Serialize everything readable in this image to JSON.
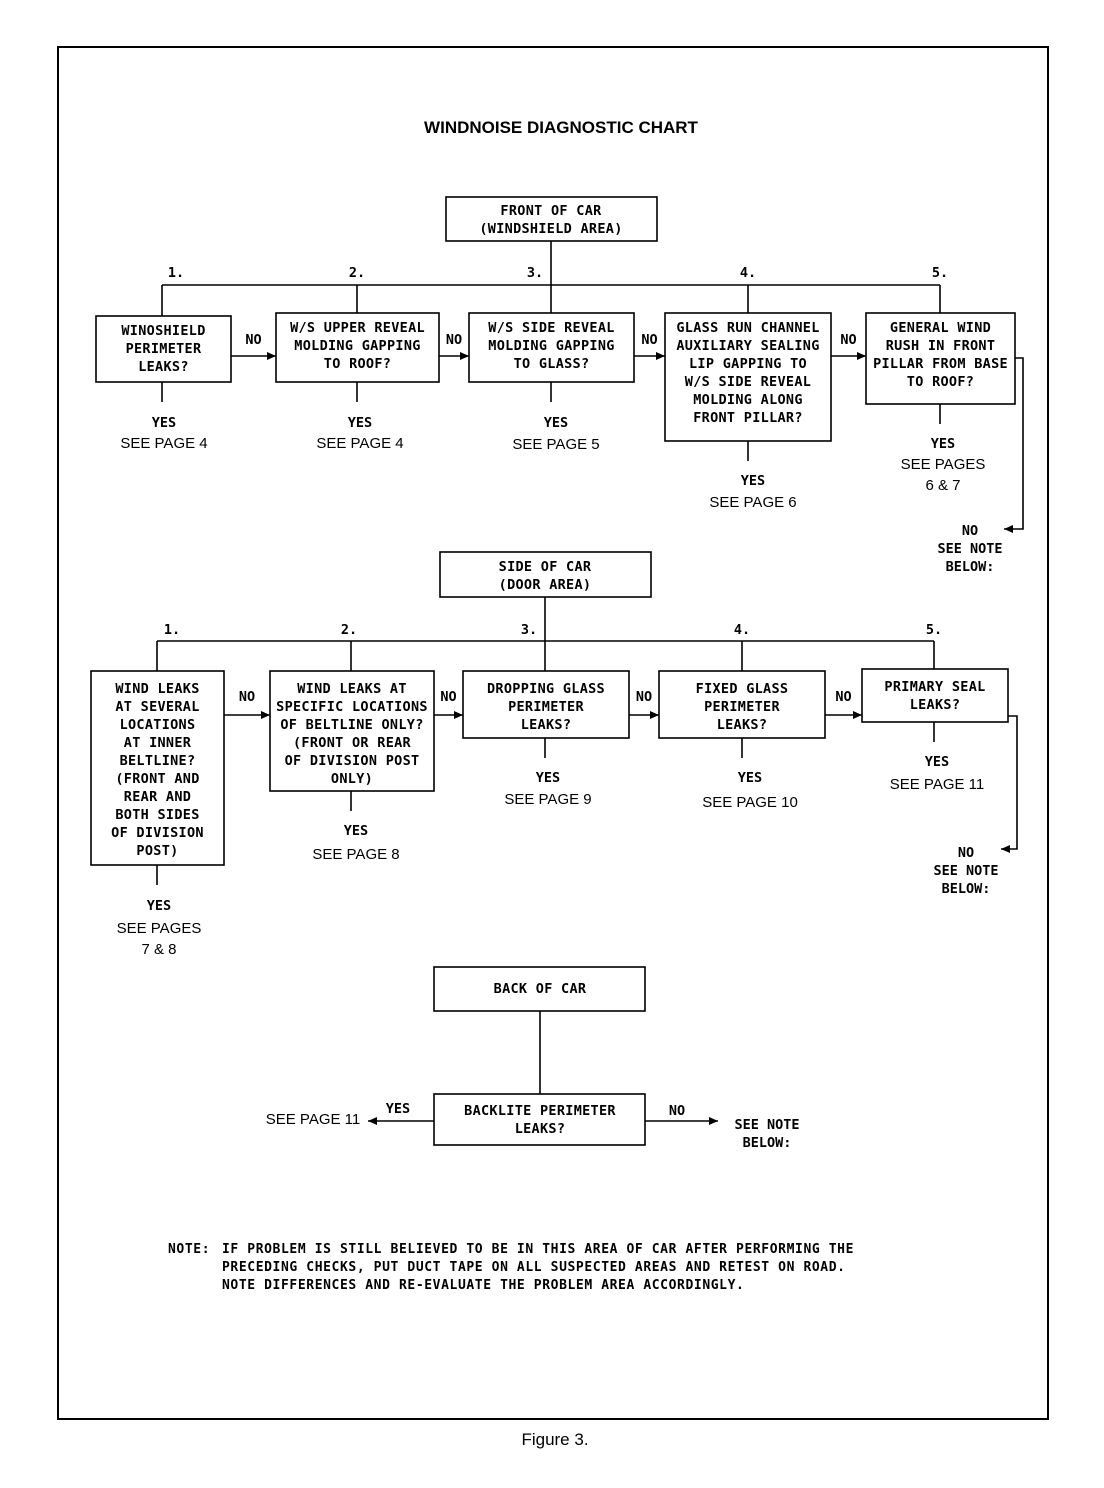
{
  "title": "WINDNOISE DIAGNOSTIC CHART",
  "caption": "Figure 3.",
  "labels": {
    "no": "NO",
    "yes": "YES"
  },
  "front": {
    "header": [
      "FRONT OF CAR",
      "(WINDSHIELD AREA)"
    ],
    "steps": [
      {
        "num": "1.",
        "lines": [
          "WINOSHIELD",
          "PERIMETER",
          "LEAKS?"
        ],
        "see": [
          "SEE PAGE 4"
        ]
      },
      {
        "num": "2.",
        "lines": [
          "W/S UPPER REVEAL",
          "MOLDING GAPPING",
          "TO ROOF?"
        ],
        "see": [
          "SEE PAGE 4"
        ]
      },
      {
        "num": "3.",
        "lines": [
          "W/S SIDE REVEAL",
          "MOLDING GAPPING",
          "TO GLASS?"
        ],
        "see": [
          "SEE PAGE 5"
        ]
      },
      {
        "num": "4.",
        "lines": [
          "GLASS RUN CHANNEL",
          "AUXILIARY SEALING",
          "LIP GAPPING TO",
          "W/S SIDE REVEAL",
          "MOLDING ALONG",
          "FRONT PILLAR?"
        ],
        "see": [
          "SEE PAGE 6"
        ]
      },
      {
        "num": "5.",
        "lines": [
          "GENERAL WIND",
          "RUSH IN FRONT",
          "PILLAR FROM BASE",
          "TO ROOF?"
        ],
        "see": [
          "SEE PAGES",
          "6 & 7"
        ]
      }
    ],
    "final_no": [
      "NO",
      "SEE NOTE",
      "BELOW:"
    ]
  },
  "side": {
    "header": [
      "SIDE OF CAR",
      "(DOOR AREA)"
    ],
    "steps": [
      {
        "num": "1.",
        "lines": [
          "WIND LEAKS",
          "AT SEVERAL",
          "LOCATIONS",
          "AT INNER",
          "BELTLINE?",
          "(FRONT AND",
          "REAR AND",
          "BOTH SIDES",
          "OF DIVISION",
          "POST)"
        ],
        "see": [
          "SEE PAGES",
          "7 & 8"
        ]
      },
      {
        "num": "2.",
        "lines": [
          "WIND LEAKS AT",
          "SPECIFIC LOCATIONS",
          "OF BELTLINE ONLY?",
          "(FRONT OR REAR",
          "OF DIVISION POST",
          "ONLY)"
        ],
        "see": [
          "SEE PAGE 8"
        ]
      },
      {
        "num": "3.",
        "lines": [
          "DROPPING GLASS",
          "PERIMETER",
          "LEAKS?"
        ],
        "see": [
          "SEE PAGE 9"
        ]
      },
      {
        "num": "4.",
        "lines": [
          "FIXED GLASS",
          "PERIMETER",
          "LEAKS?"
        ],
        "see": [
          "SEE PAGE 10"
        ]
      },
      {
        "num": "5.",
        "lines": [
          "PRIMARY SEAL",
          "LEAKS?"
        ],
        "see": [
          "SEE PAGE 11"
        ]
      }
    ],
    "final_no": [
      "NO",
      "SEE NOTE",
      "BELOW:"
    ]
  },
  "back": {
    "header": [
      "BACK OF CAR"
    ],
    "question": [
      "BACKLITE PERIMETER",
      "LEAKS?"
    ],
    "yes_see": "SEE PAGE 11",
    "no_see": [
      "SEE NOTE",
      "BELOW:"
    ]
  },
  "note": {
    "prefix": "NOTE:",
    "lines": [
      "IF PROBLEM IS STILL BELIEVED TO BE IN THIS AREA OF CAR AFTER PERFORMING THE",
      "PRECEDING CHECKS, PUT DUCT TAPE ON ALL SUSPECTED AREAS AND RETEST ON ROAD.",
      "NOTE DIFFERENCES AND RE-EVALUATE THE PROBLEM AREA ACCORDINGLY."
    ]
  }
}
